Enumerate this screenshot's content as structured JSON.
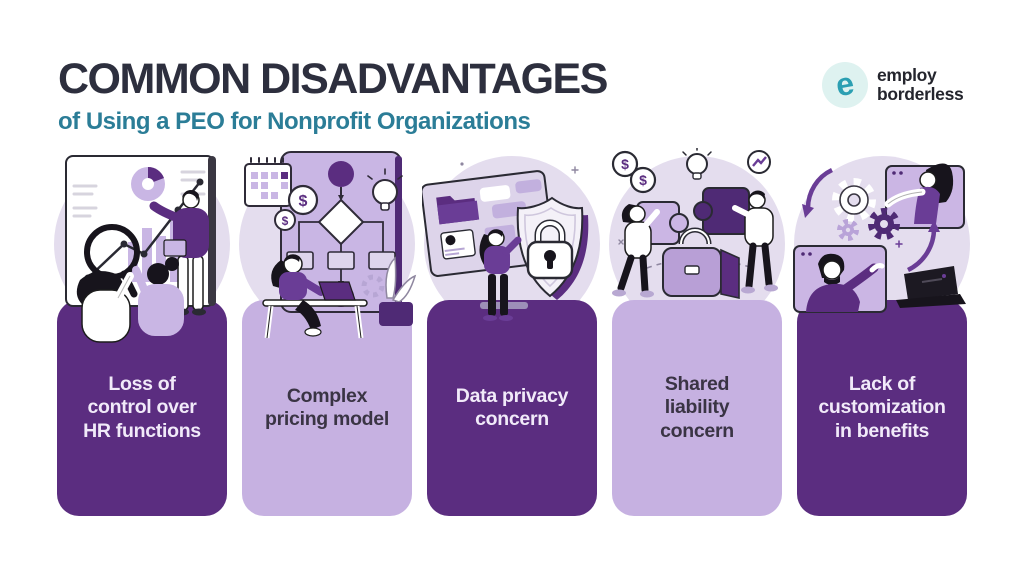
{
  "header": {
    "title": "COMMON DISADVANTAGES",
    "subtitle": "of Using a PEO for Nonprofit Organizations"
  },
  "logo": {
    "name_line1": "employ",
    "name_line2": "borderless",
    "icon": "employ-borderless-e-icon",
    "icon_letter": "e",
    "icon_color": "#2b9fb2",
    "icon_bg": "#def2f0"
  },
  "colors": {
    "page_bg": "#ffffff",
    "title_text": "#2d2f3e",
    "subtitle_text": "#2b7d97",
    "card_dark": "#5b2d80",
    "card_dark_text": "#f1eaf9",
    "card_light": "#c6b1e1",
    "card_light_text": "#3a3444",
    "illustration_backdrop": "#e4ddee",
    "illustration_accent_dark": "#4f2a75",
    "illustration_accent_mid": "#6a3d96",
    "illustration_accent_lavender": "#c9b6e4"
  },
  "cards": [
    {
      "id": "loss-of-control",
      "label": "Loss of\ncontrol over\nHR functions",
      "theme": "dark",
      "illustration": "hr-analytics-magnifier-illustration"
    },
    {
      "id": "complex-pricing",
      "label": "Complex\npricing model",
      "theme": "light",
      "illustration": "pricing-flowchart-illustration"
    },
    {
      "id": "data-privacy",
      "label": "Data privacy\nconcern",
      "theme": "dark",
      "illustration": "shield-padlock-illustration"
    },
    {
      "id": "shared-liability",
      "label": "Shared\nliability\nconcern",
      "theme": "light",
      "illustration": "puzzle-briefcase-illustration"
    },
    {
      "id": "lack-customization",
      "label": "Lack of\ncustomization\nin benefits",
      "theme": "dark",
      "illustration": "screens-gears-exchange-illustration"
    }
  ]
}
